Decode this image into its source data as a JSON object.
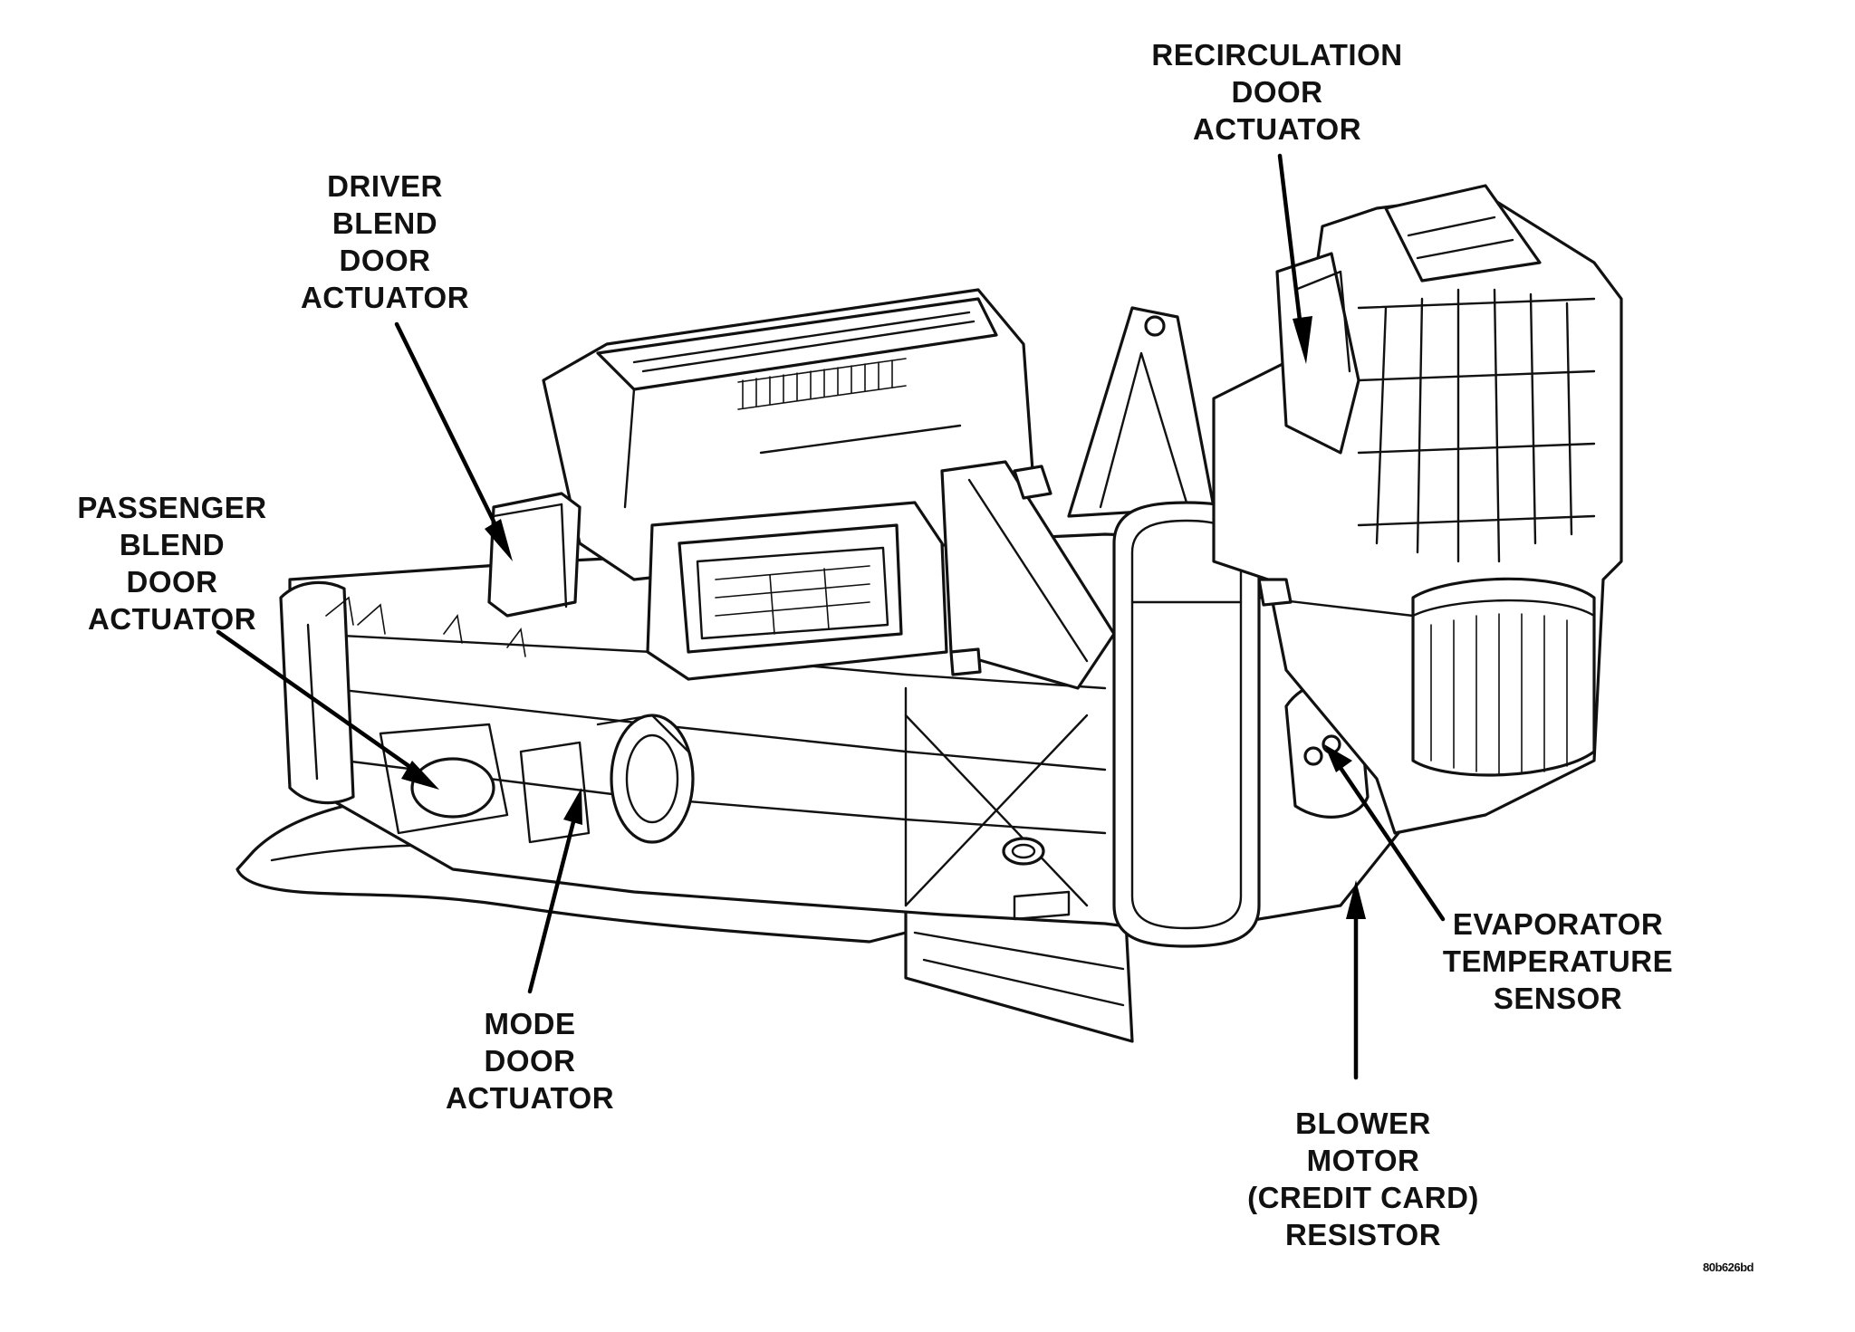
{
  "labels": {
    "recirculation_door_actuator": [
      "RECIRCULATION",
      "DOOR",
      "ACTUATOR"
    ],
    "driver_blend_door_actuator": [
      "DRIVER",
      "BLEND",
      "DOOR",
      "ACTUATOR"
    ],
    "passenger_blend_door_actuator": [
      "PASSENGER",
      "BLEND",
      "DOOR",
      "ACTUATOR"
    ],
    "mode_door_actuator": [
      "MODE",
      "DOOR",
      "ACTUATOR"
    ],
    "evaporator_temperature_sensor": [
      "EVAPORATOR",
      "TEMPERATURE",
      "SENSOR"
    ],
    "blower_motor_resistor": [
      "BLOWER",
      "MOTOR",
      "(CREDIT CARD)",
      "RESISTOR"
    ]
  },
  "figure_id": "80b626bd",
  "colors": {
    "ink": "#111111",
    "background": "#ffffff"
  }
}
